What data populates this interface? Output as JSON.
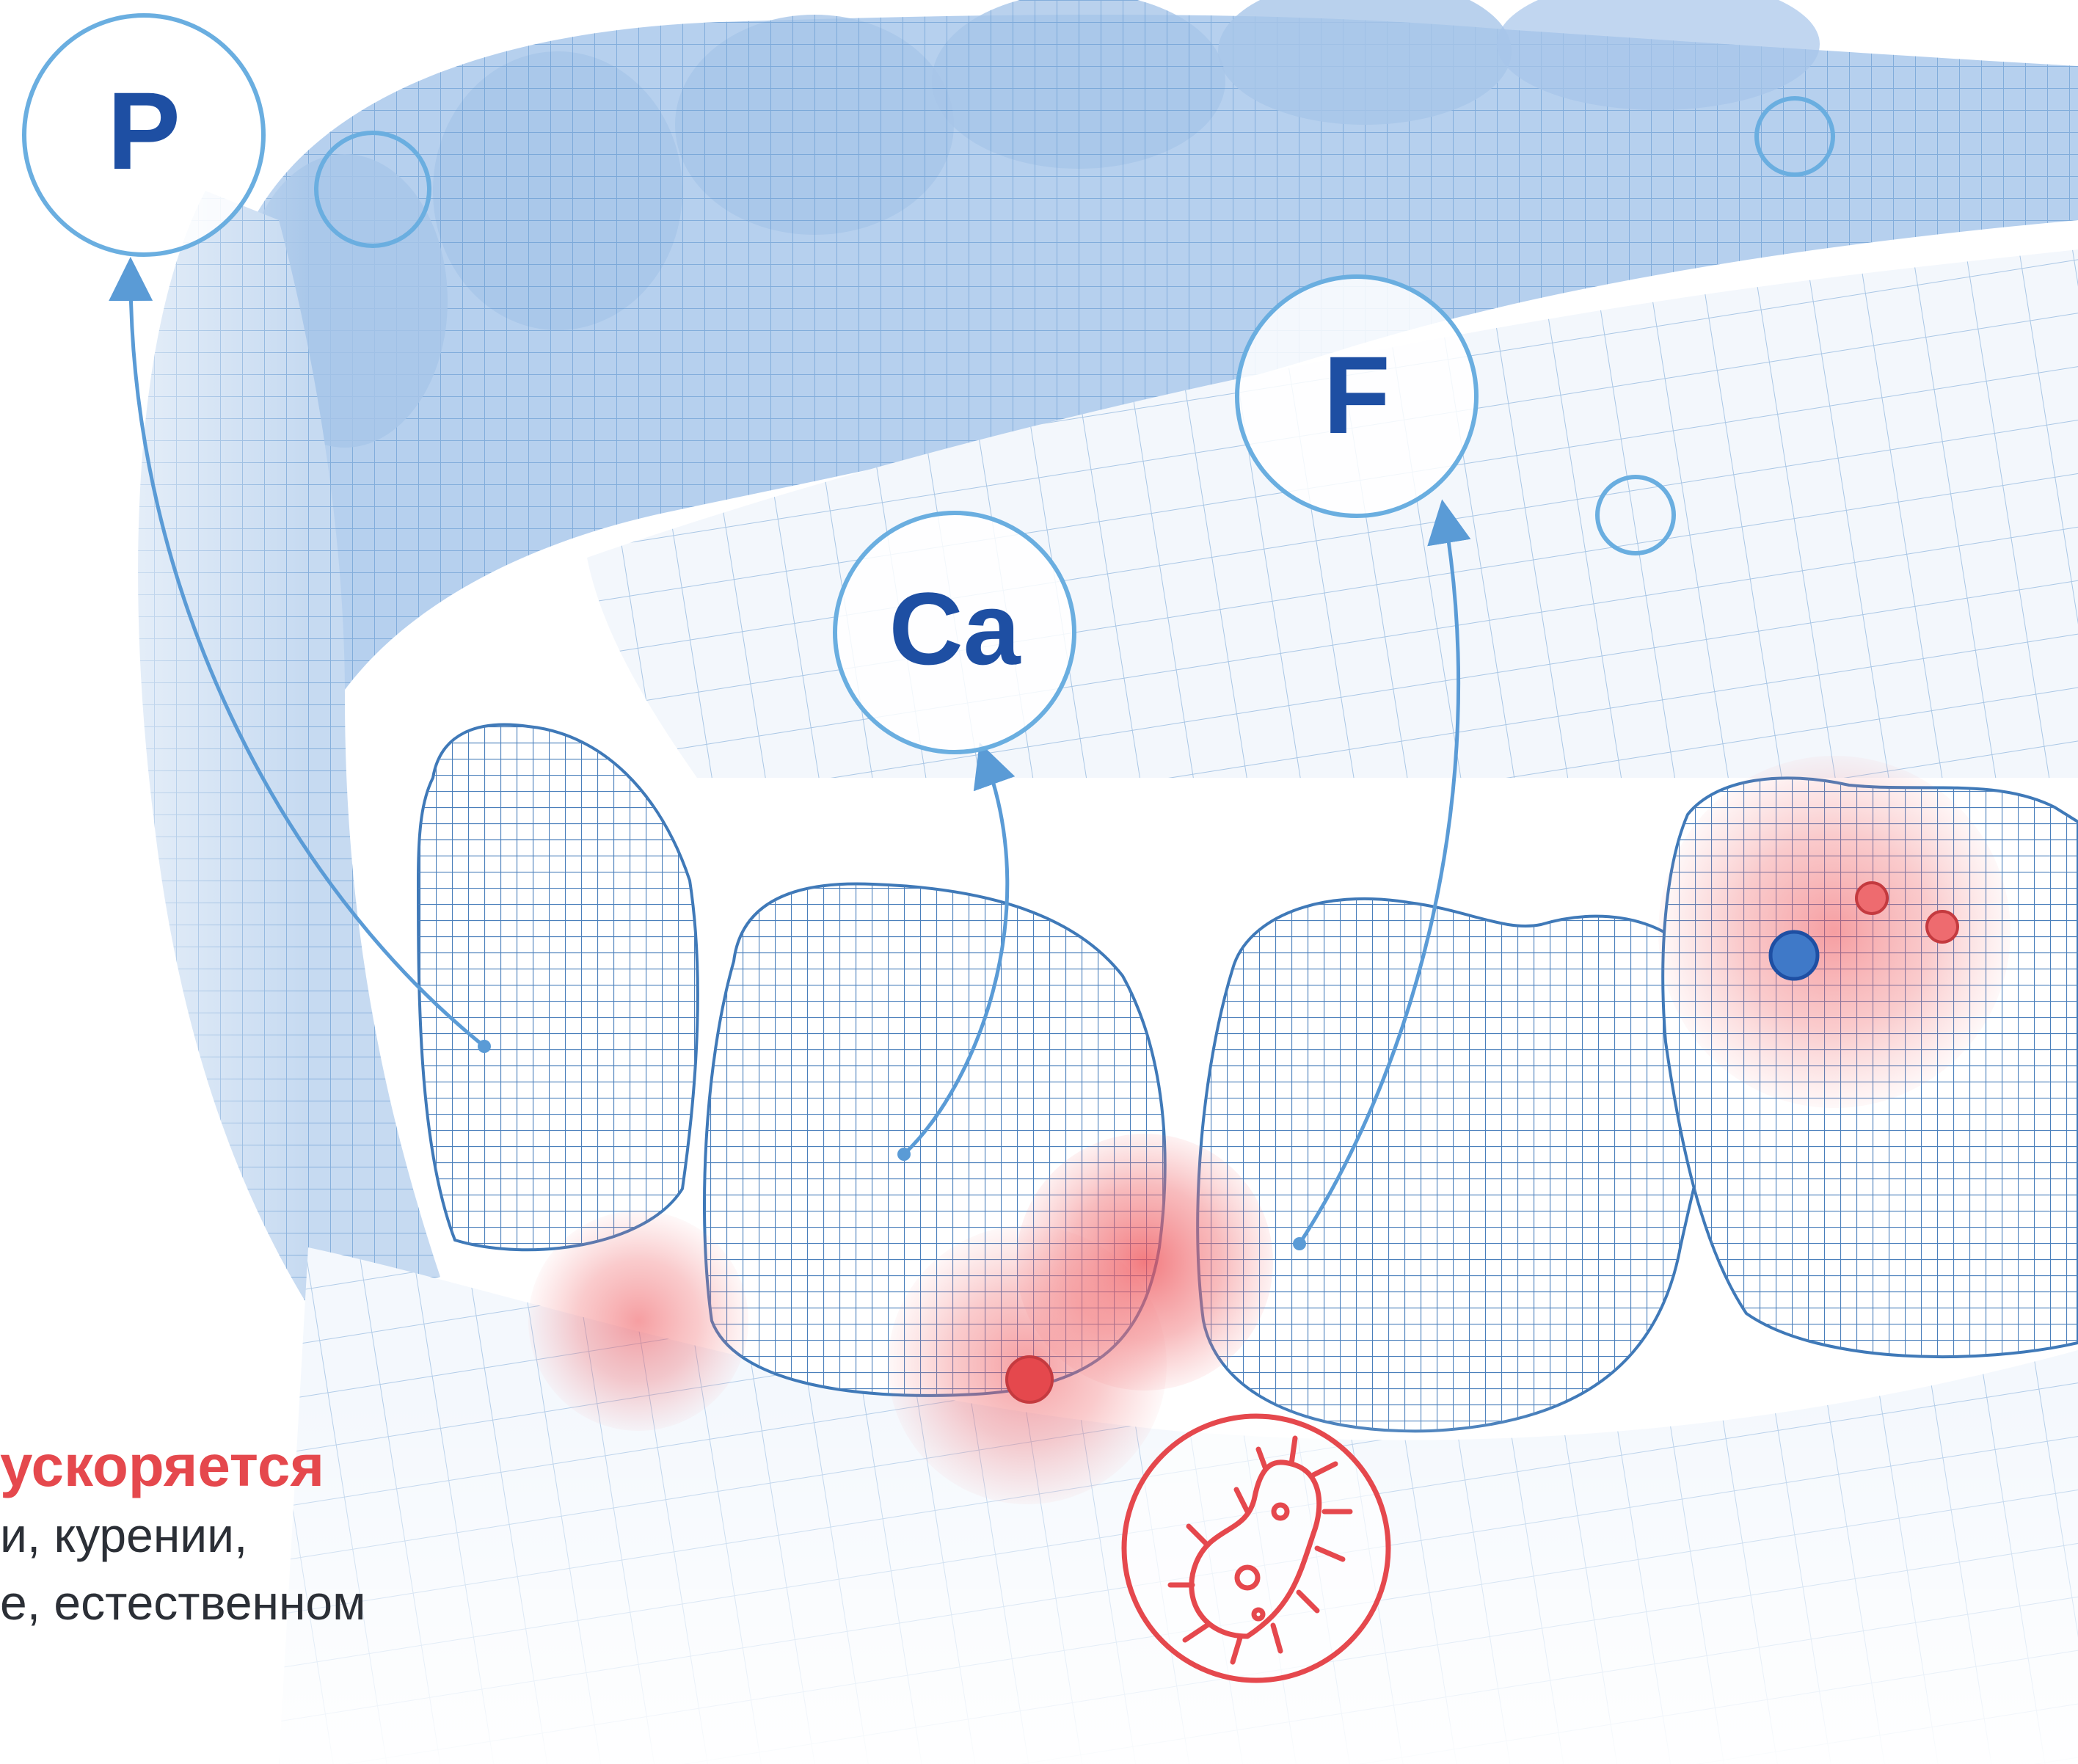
{
  "elements": {
    "phosphorus": "P",
    "calcium": "Ca",
    "fluorine": "F"
  },
  "caption": {
    "headline": "ускоряется",
    "line1": "и, курении,",
    "line2": "е, естественном"
  },
  "icons": {
    "bacteria": "bacteria-icon"
  },
  "colors": {
    "mesh": "#3f79b8",
    "mesh_fill": "#b8d1ee",
    "accent_blue": "#1e4fa3",
    "circle_outline": "#6aaee0",
    "lesion_red": "#ee5a5f",
    "text_red": "#e5484d",
    "text_dark": "#2b2f36"
  }
}
